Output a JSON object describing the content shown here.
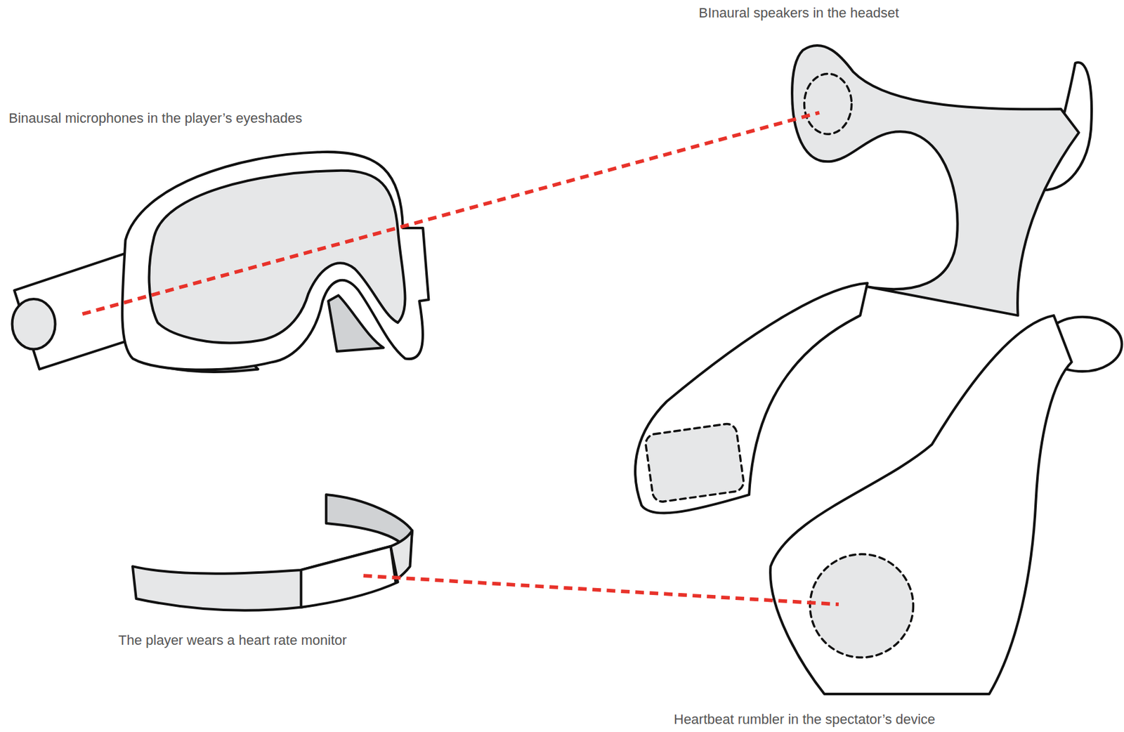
{
  "diagram": {
    "labels": [
      "BInaural speakers in the headset",
      "Binausal microphones in the player’s eyeshades",
      "The player wears a heart rate monitor",
      "Heartbeat rumbler in the spectator’s device"
    ]
  }
}
